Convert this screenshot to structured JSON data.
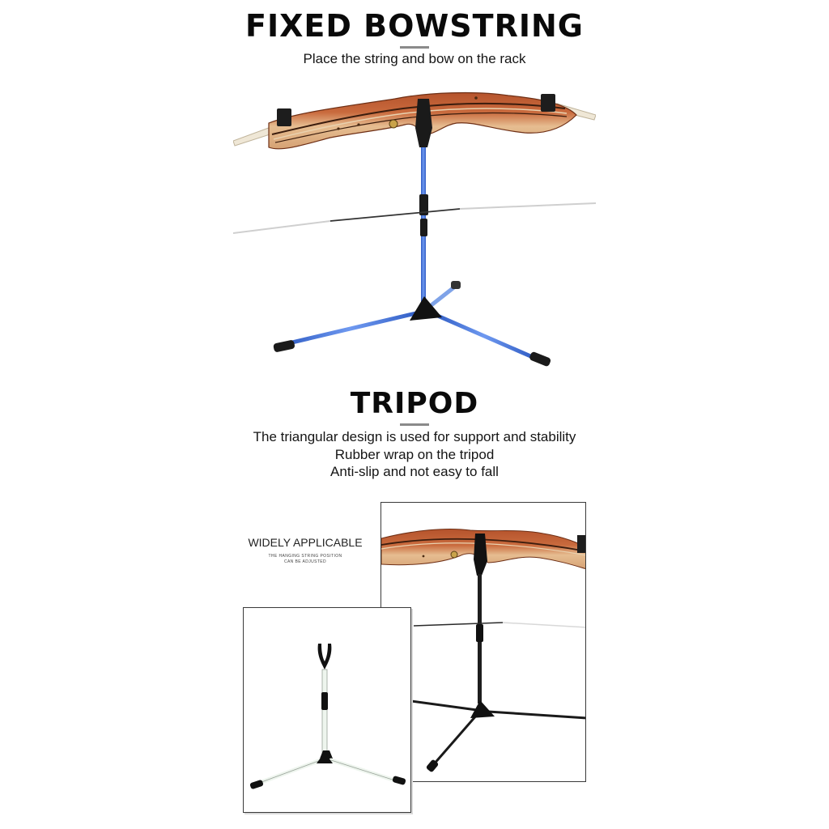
{
  "section1": {
    "title": "FIXED BOWSTRING",
    "subtitle": "Place the string and bow on the rack"
  },
  "section2": {
    "title": "TRIPOD",
    "lines": [
      "The triangular design is used for support and stability",
      "Rubber wrap on the tripod",
      "Anti-slip and not easy to fall"
    ]
  },
  "section3": {
    "label": "WIDELY APPLICABLE",
    "small_lines": [
      "THE HANGING STRING POSITION",
      "CAN BE ADJUSTED"
    ]
  },
  "colors": {
    "stand_blue": "#3f6fd6",
    "wood_dark": "#a8512e",
    "wood_light": "#e3b98c",
    "rubber": "#1a1a1a"
  }
}
